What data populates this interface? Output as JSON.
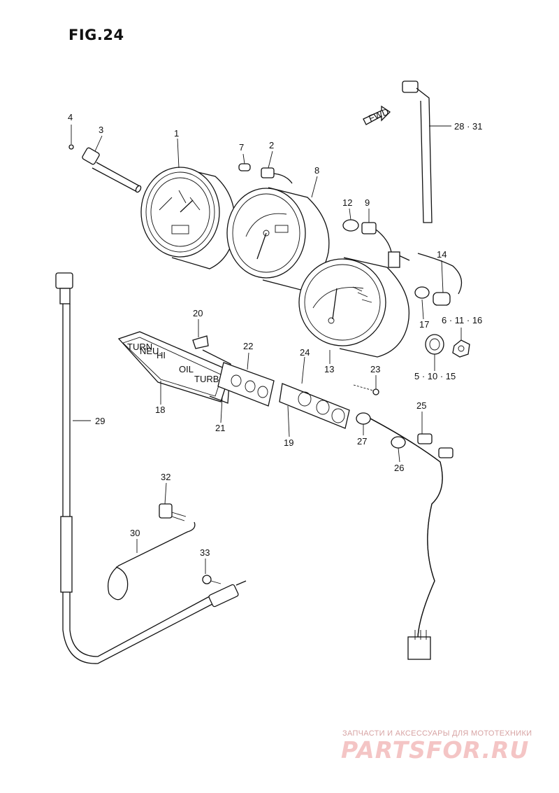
{
  "figure": {
    "title": "FIG.24"
  },
  "callouts": {
    "p1": "1",
    "p2": "2",
    "p3": "3",
    "p4": "4",
    "p7": "7",
    "p8": "8",
    "p9": "9",
    "p12": "12",
    "p13": "13",
    "p14": "14",
    "p17": "17",
    "p18": "18",
    "p19": "19",
    "p20": "20",
    "p21": "21",
    "p22": "22",
    "p23": "23",
    "p24": "24",
    "p25": "25",
    "p26": "26",
    "p27": "27",
    "p28_31": "28 · 31",
    "p29": "29",
    "p30": "30",
    "p32": "32",
    "p33": "33",
    "p5_10_15": "5 · 10 · 15",
    "p6_11_16": "6 · 11 · 16"
  },
  "fwd_label": "FWD",
  "panel_text": {
    "turn": "TURN",
    "neutral": "NEU.",
    "high": "HI",
    "oil": "OIL",
    "turbo": "TURBO"
  },
  "watermark": {
    "caption": "ЗАПЧАСТИ И АКСЕССУАРЫ ДЛЯ МОТОТЕХНИКИ",
    "logo": "PARTSFOR.RU"
  }
}
